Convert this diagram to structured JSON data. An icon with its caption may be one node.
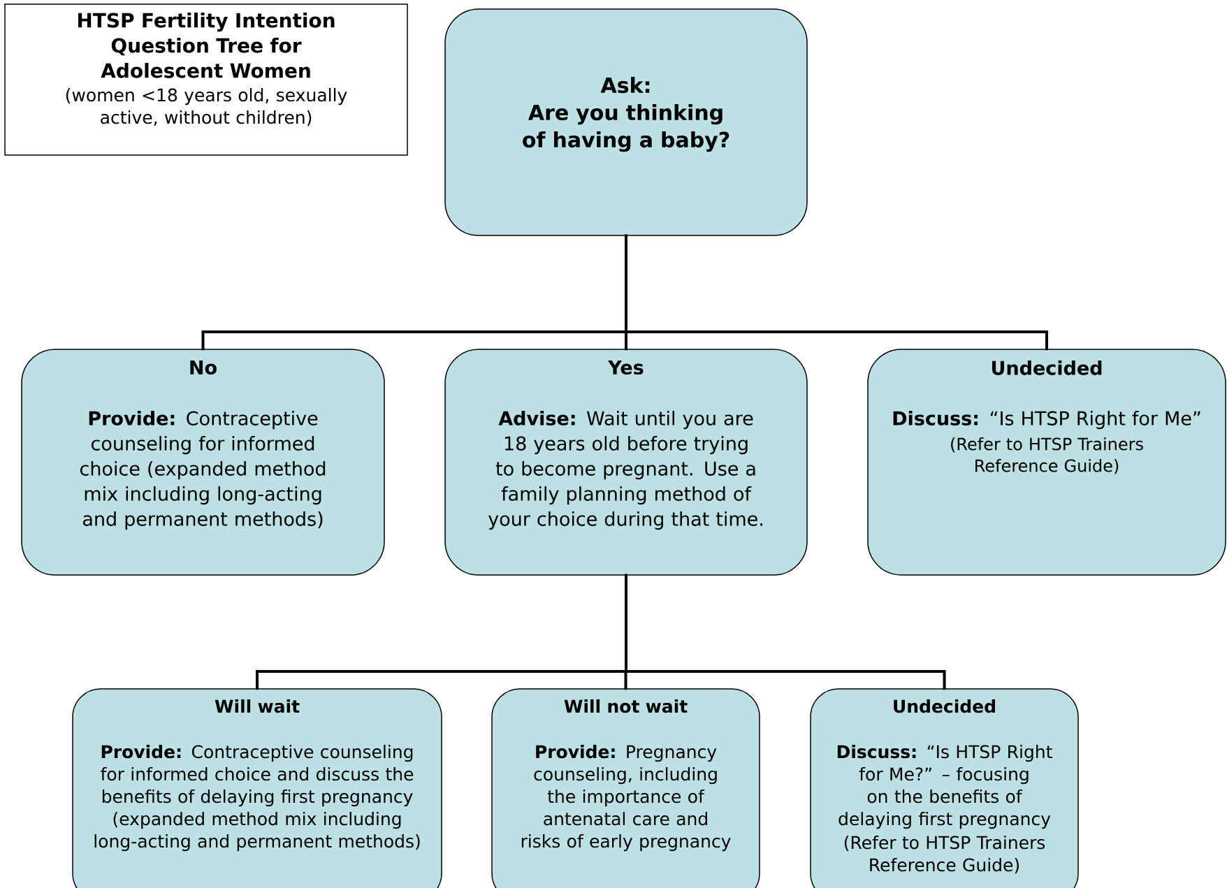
{
  "diagram": {
    "nodes": [
      {
        "text": [
          "HTSP Fertility Intention Question Tree for Adolescent Women",
          "(women <18 years old, sexually active, without children)"
        ]
      },
      {
        "text": [
          "Ask:",
          "Are you thinking of having a baby?"
        ]
      },
      {
        "text": [
          "No",
          "**Provide:** Contraceptive counseling for informed choice (expanded method mix including long-acting and permanent methods)"
        ]
      },
      {
        "text": [
          "Yes",
          "**Advise:** Wait until you are 18 years old before trying to become pregnant. Use a family planning method of your choice during that time."
        ]
      },
      {
        "text": [
          "Undecided",
          "**Discuss:** “Is HTSP Right for Me”",
          "(Refer to HTSP Trainers Reference Guide)"
        ]
      },
      {
        "text": [
          "Will wait",
          "**Provide:** Contraceptive counseling for informed choice and discuss the benefits of delaying first pregnancy (expanded method mix including long-acting and permanent methods)"
        ]
      },
      {
        "text": [
          "Will not wait",
          "**Provide:** Pregnancy counseling, including the importance of antenatal care and risks of early pregnancy"
        ]
      },
      {
        "text": [
          "Undecided",
          "**Discuss:** “Is HTSP Right for Me?” – focusing on the benefits of delaying first pregnancy",
          "(Refer to HTSP Trainers Reference Guide)"
        ]
      }
    ],
    "edges": [
      {
        "from": 1,
        "to": 2,
        "arrow": "none"
      },
      {
        "from": 1,
        "to": 3,
        "arrow": "none"
      },
      {
        "from": 1,
        "to": 4,
        "arrow": "none"
      },
      {
        "from": 3,
        "to": 5,
        "arrow": "none"
      },
      {
        "from": 3,
        "to": 6,
        "arrow": "none"
      },
      {
        "from": 3,
        "to": 7,
        "arrow": "none"
      }
    ]
  }
}
